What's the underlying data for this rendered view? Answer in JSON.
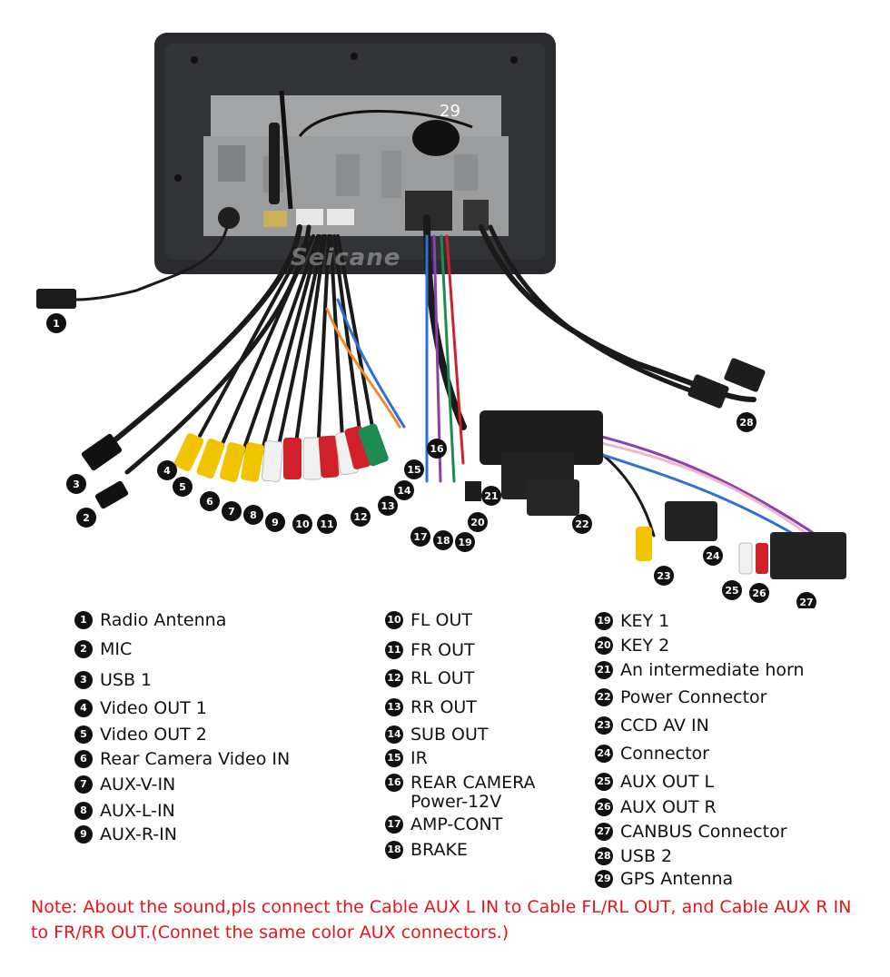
{
  "diagram": {
    "top_label_29": "29",
    "brand_watermark": "Seicane",
    "colors": {
      "device_frame": "#2a2b2e",
      "chassis_metal": "#a3a5a6",
      "cable_black": "#1a1a1a",
      "rca_yellow": "#f2c400",
      "rca_white": "#f1f1f1",
      "rca_red": "#d0202a",
      "rca_green": "#1e8a52",
      "wire_orange": "#f08a2c",
      "wire_blue": "#2f6fd6",
      "wire_purple": "#8a3fb2"
    },
    "badges": [
      {
        "id": "b1",
        "n": "1"
      },
      {
        "id": "b2",
        "n": "2"
      },
      {
        "id": "b3",
        "n": "3"
      },
      {
        "id": "b4",
        "n": "4"
      },
      {
        "id": "b5",
        "n": "5"
      },
      {
        "id": "b6",
        "n": "6"
      },
      {
        "id": "b7",
        "n": "7"
      },
      {
        "id": "b8",
        "n": "8"
      },
      {
        "id": "b9",
        "n": "9"
      },
      {
        "id": "b10",
        "n": "10"
      },
      {
        "id": "b11",
        "n": "11"
      },
      {
        "id": "b12",
        "n": "12"
      },
      {
        "id": "b13",
        "n": "13"
      },
      {
        "id": "b14",
        "n": "14"
      },
      {
        "id": "b15",
        "n": "15"
      },
      {
        "id": "b16",
        "n": "16"
      },
      {
        "id": "b17",
        "n": "17"
      },
      {
        "id": "b18",
        "n": "18"
      },
      {
        "id": "b19",
        "n": "19"
      },
      {
        "id": "b20",
        "n": "20"
      },
      {
        "id": "b21",
        "n": "21"
      },
      {
        "id": "b22",
        "n": "22"
      },
      {
        "id": "b23",
        "n": "23"
      },
      {
        "id": "b24",
        "n": "24"
      },
      {
        "id": "b25",
        "n": "25"
      },
      {
        "id": "b26",
        "n": "26"
      },
      {
        "id": "b27",
        "n": "27"
      },
      {
        "id": "b28",
        "n": "28"
      }
    ]
  },
  "legend": {
    "col1": [
      {
        "n": "1",
        "label": "Radio Antenna"
      },
      {
        "n": "2",
        "label": "MIC"
      },
      {
        "n": "3",
        "label": "USB 1"
      },
      {
        "n": "4",
        "label": "Video OUT 1"
      },
      {
        "n": "5",
        "label": "Video OUT 2"
      },
      {
        "n": "6",
        "label": "Rear Camera Video IN"
      },
      {
        "n": "7",
        "label": "AUX-V-IN"
      },
      {
        "n": "8",
        "label": "AUX-L-IN"
      },
      {
        "n": "9",
        "label": "AUX-R-IN"
      }
    ],
    "col2": [
      {
        "n": "10",
        "label": "FL OUT"
      },
      {
        "n": "11",
        "label": "FR OUT"
      },
      {
        "n": "12",
        "label": "RL OUT"
      },
      {
        "n": "13",
        "label": "RR OUT"
      },
      {
        "n": "14",
        "label": "SUB OUT"
      },
      {
        "n": "15",
        "label": "IR"
      },
      {
        "n": "16",
        "label": "REAR CAMERA\nPower-12V"
      },
      {
        "n": "17",
        "label": "AMP-CONT"
      },
      {
        "n": "18",
        "label": "BRAKE"
      }
    ],
    "col3": [
      {
        "n": "19",
        "label": "KEY 1"
      },
      {
        "n": "20",
        "label": "KEY 2"
      },
      {
        "n": "21",
        "label": "An intermediate horn"
      },
      {
        "n": "22",
        "label": "Power Connector"
      },
      {
        "n": "23",
        "label": "CCD AV IN"
      },
      {
        "n": "24",
        "label": "Connector"
      },
      {
        "n": "25",
        "label": "AUX OUT L"
      },
      {
        "n": "26",
        "label": "AUX OUT R"
      },
      {
        "n": "27",
        "label": "CANBUS Connector"
      },
      {
        "n": "28",
        "label": "USB 2"
      },
      {
        "n": "29",
        "label": "GPS Antenna"
      }
    ]
  },
  "note": "Note: About the sound,pls connect the Cable AUX L IN to Cable FL/RL OUT, and Cable AUX R IN to  FR/RR OUT.(Connet the same color AUX connectors.)"
}
